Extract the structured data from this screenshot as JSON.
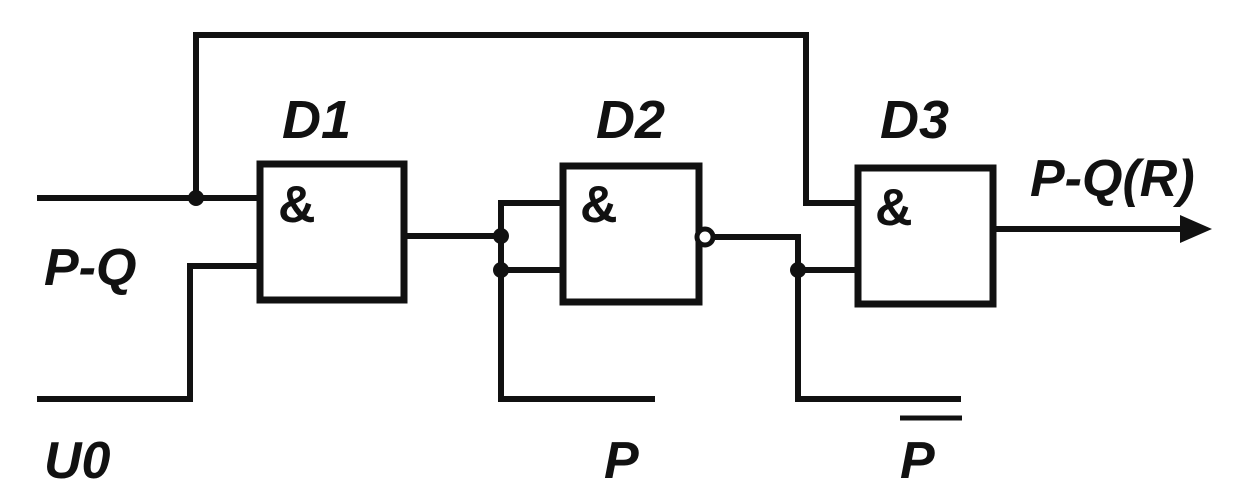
{
  "gates": [
    {
      "name": "D1",
      "op": "&",
      "inverted_output": false
    },
    {
      "name": "D2",
      "op": "&",
      "inverted_output": true
    },
    {
      "name": "D3",
      "op": "&",
      "inverted_output": false
    }
  ],
  "signals": {
    "input_pq": "P-Q",
    "input_u0": "U0",
    "input_p": "P",
    "input_p_inverted": "P",
    "output": "P-Q(R)"
  },
  "colors": {
    "ink": "#111111",
    "background": "#ffffff"
  }
}
